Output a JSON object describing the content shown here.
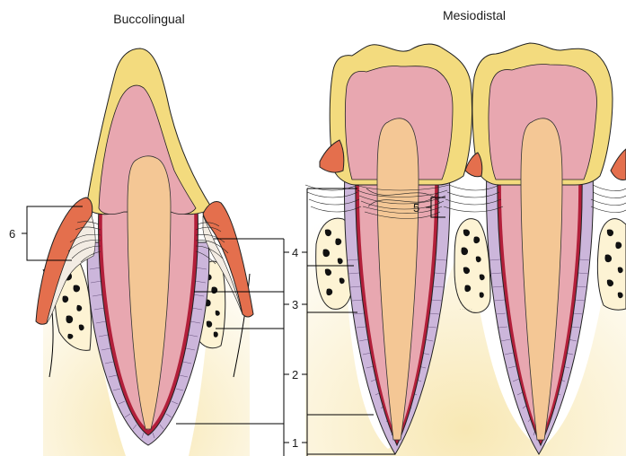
{
  "views": {
    "left_title": "Buccolingual",
    "right_title": "Mesiodistal"
  },
  "labels": [
    "1",
    "2",
    "3",
    "4",
    "5",
    "6"
  ],
  "colors": {
    "enamel": "#f3db7e",
    "dentin": "#e8a7b0",
    "pulp": "#f4c795",
    "gingiva": "#e46f4d",
    "cementum": "#b21f3a",
    "ligament": "#c9b3d8",
    "bone": "#fbf0cf",
    "marrow": "#111111",
    "outline": "#222222"
  }
}
